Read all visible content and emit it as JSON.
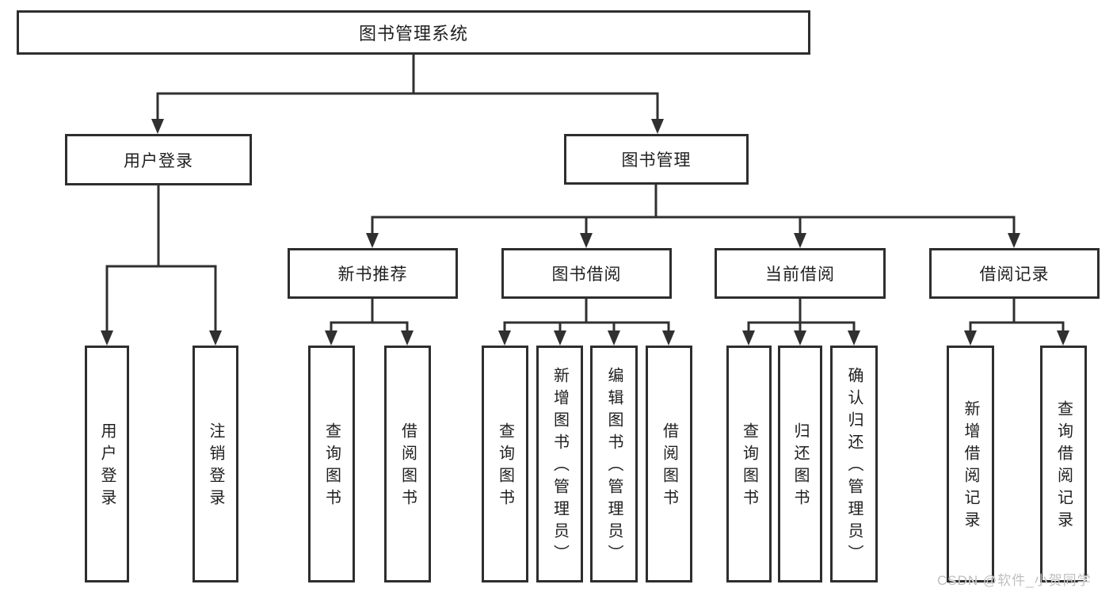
{
  "tree": {
    "label": "图书管理系统",
    "children": [
      {
        "label": "用户登录",
        "children": [
          {
            "label": "用户登录"
          },
          {
            "label": "注销登录"
          }
        ]
      },
      {
        "label": "图书管理",
        "children": [
          {
            "label": "新书推荐",
            "children": [
              {
                "label": "查询图书"
              },
              {
                "label": "借阅图书"
              }
            ]
          },
          {
            "label": "图书借阅",
            "children": [
              {
                "label": "查询图书"
              },
              {
                "label": "新增图书（管理员）"
              },
              {
                "label": "编辑图书（管理员）"
              },
              {
                "label": "借阅图书"
              }
            ]
          },
          {
            "label": "当前借阅",
            "children": [
              {
                "label": "查询图书"
              },
              {
                "label": "归还图书"
              },
              {
                "label": "确认归还（管理员）"
              }
            ]
          },
          {
            "label": "借阅记录",
            "children": [
              {
                "label": "新增借阅记录"
              },
              {
                "label": "查询借阅记录"
              }
            ]
          }
        ]
      }
    ]
  },
  "watermark": {
    "text": "CSDN @软件_小贺同学"
  },
  "colors": {
    "line": "#303030",
    "box_border": "#2e2e2e",
    "text": "#1f1f1f",
    "background": "#ffffff",
    "watermark": "#bfbfbf"
  }
}
